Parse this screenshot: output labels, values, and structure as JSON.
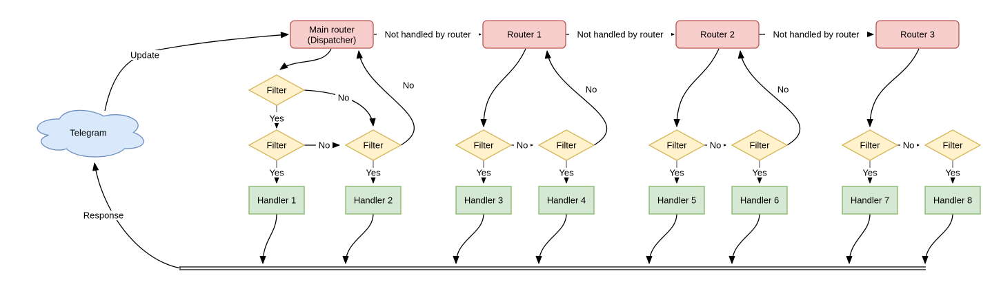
{
  "diagram": {
    "nodes": {
      "telegram": "Telegram",
      "dispatcher": {
        "line1": "Main router",
        "line2": "(Dispatcher)"
      },
      "routers": [
        "Router 1",
        "Router 2",
        "Router 3"
      ],
      "filter": "Filter",
      "handlers": [
        "Handler 1",
        "Handler 2",
        "Handler 3",
        "Handler 4",
        "Handler 5",
        "Handler 6",
        "Handler 7",
        "Handler 8"
      ]
    },
    "edge_labels": {
      "update": "Update",
      "response": "Response",
      "not_handled": "Not handled by router",
      "yes": "Yes",
      "no": "No"
    },
    "colors": {
      "router_fill": "#f8cecc",
      "router_stroke": "#b85450",
      "filter_fill": "#fff2cc",
      "filter_stroke": "#d6b656",
      "handler_fill": "#d5e8d4",
      "handler_stroke": "#82b366",
      "cloud_fill": "#dae8fc",
      "cloud_stroke": "#6c8ebf",
      "edge_stroke": "#000000",
      "yes_stub_stroke": "#999999"
    }
  }
}
